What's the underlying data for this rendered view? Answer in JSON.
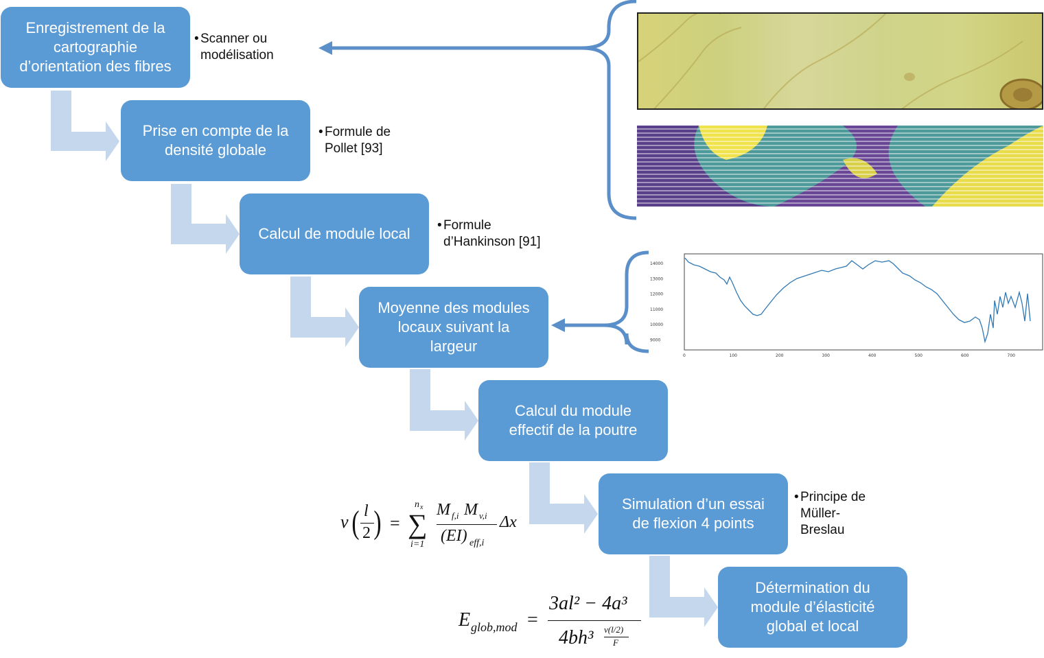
{
  "steps": [
    {
      "lines": [
        "Enregistrement de la",
        "cartographie",
        "d’orientation des fibres"
      ]
    },
    {
      "lines": [
        "Prise en compte de la",
        "densité globale"
      ]
    },
    {
      "lines": [
        "Calcul de module local"
      ]
    },
    {
      "lines": [
        "Moyenne des modules",
        "locaux suivant la",
        "largeur"
      ]
    },
    {
      "lines": [
        "Calcul du module",
        "effectif de la poutre"
      ]
    },
    {
      "lines": [
        "Simulation d’un essai",
        "de flexion 4 points"
      ]
    },
    {
      "lines": [
        "Détermination du",
        "module d’élasticité",
        "global et local"
      ]
    }
  ],
  "notes": [
    {
      "bullet": "•",
      "lines": [
        "Scanner ou",
        "modélisation"
      ]
    },
    {
      "bullet": "•",
      "lines": [
        "Formule de",
        "Pollet [93]"
      ]
    },
    {
      "bullet": "•",
      "lines": [
        "Formule",
        "d’Hankinson [91]"
      ]
    },
    {
      "bullet": "•",
      "lines": [
        "Principe de",
        "Müller-",
        "Breslau"
      ]
    }
  ],
  "formula1": {
    "lhs": "v",
    "lfrac_num": "l",
    "lfrac_den": "2",
    "eq": "=",
    "sum": "∑",
    "sum_top": "n",
    "sum_top_sub": "x",
    "sum_bottom": "i=1",
    "num": "M",
    "num_sub1": "f,i",
    "num_mid": "M",
    "num_sub2": "v,i",
    "den": "(EI)",
    "den_sub": "eff,i",
    "delta": "Δx"
  },
  "formula2": {
    "lhs": "E",
    "lhs_sub": "glob,mod",
    "eq": "=",
    "num": "3al² − 4a³",
    "den": "4bh³",
    "small_num": "v(l/2)",
    "small_den": "F"
  },
  "plot": {
    "yticks": [
      "14000",
      "13000",
      "12000",
      "11000",
      "10000",
      "9000"
    ],
    "xticks": [
      "0",
      "100",
      "200",
      "300",
      "400",
      "500",
      "600",
      "700"
    ],
    "line_color": "#2f78b4"
  },
  "colors": {
    "box": "#5b9bd5",
    "connector": "#c5d7ec",
    "arrow": "#5b8fc9"
  }
}
